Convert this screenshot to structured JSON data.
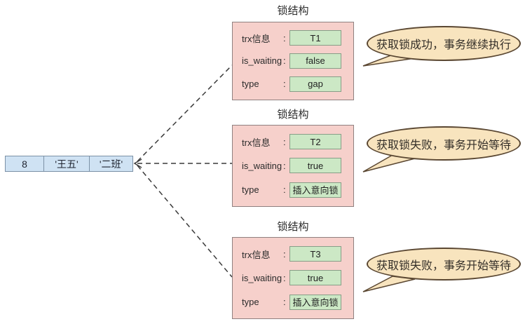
{
  "colors": {
    "record_fill": "#cfe2f3",
    "lock_box_fill": "#f6d0cb",
    "value_fill": "#cce8c5",
    "bubble_fill": "#f8e4be",
    "line_color": "#3a3a3a"
  },
  "record": {
    "cells": [
      "8",
      "'王五'",
      "'二班'"
    ]
  },
  "locks": [
    {
      "title": "锁结构",
      "rows": [
        {
          "label": "trx信息",
          "colon": ":",
          "value": "T1"
        },
        {
          "label": "is_waiting",
          "colon": ":",
          "value": "false"
        },
        {
          "label": "type",
          "colon": ":",
          "value": "gap"
        }
      ]
    },
    {
      "title": "锁结构",
      "rows": [
        {
          "label": "trx信息",
          "colon": ":",
          "value": "T2"
        },
        {
          "label": "is_waiting",
          "colon": ":",
          "value": "true"
        },
        {
          "label": "type",
          "colon": ":",
          "value": "插入意向锁"
        }
      ]
    },
    {
      "title": "锁结构",
      "rows": [
        {
          "label": "trx信息",
          "colon": ":",
          "value": "T3"
        },
        {
          "label": "is_waiting",
          "colon": ":",
          "value": "true"
        },
        {
          "label": "type",
          "colon": ":",
          "value": "插入意向锁"
        }
      ]
    }
  ],
  "bubbles": [
    {
      "text": "获取锁成功，事务继续执行"
    },
    {
      "text": "获取锁失败，事务开始等待"
    },
    {
      "text": "获取锁失败，事务开始等待"
    }
  ]
}
